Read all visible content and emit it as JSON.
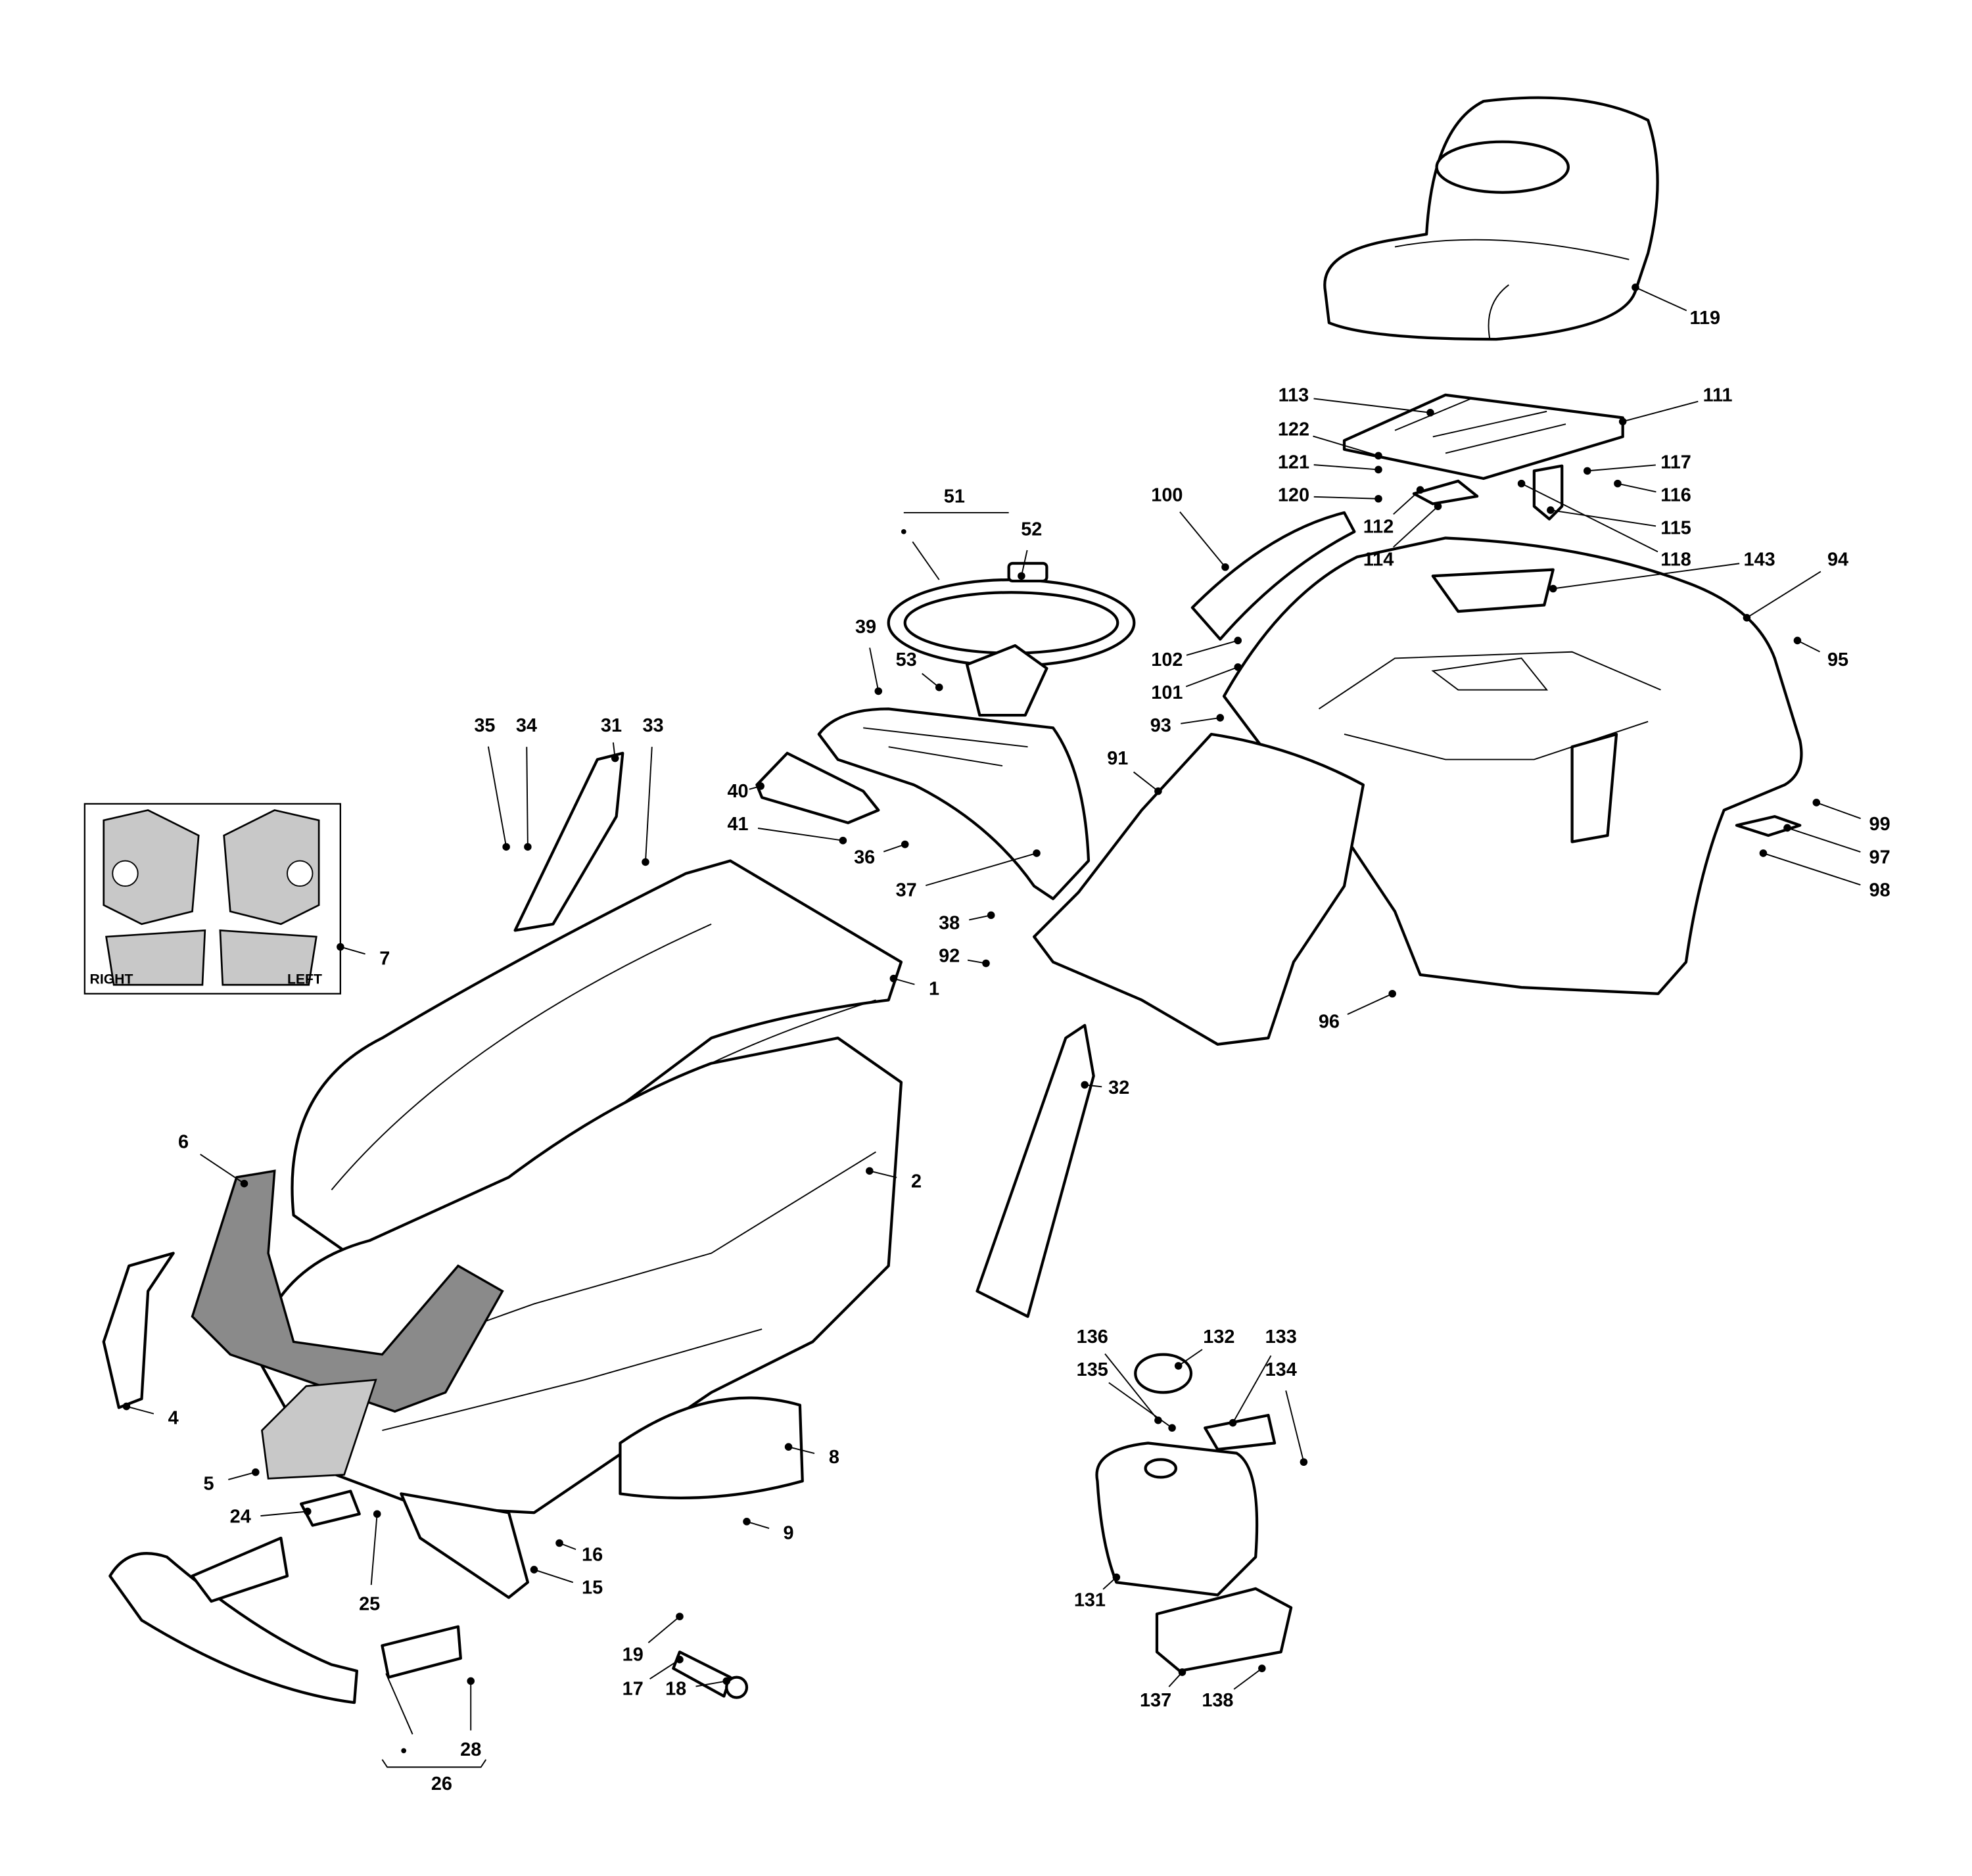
{
  "title": "Body parts exploded diagram",
  "callouts": {
    "1": "1",
    "2": "2",
    "4": "4",
    "5": "5",
    "6": "6",
    "7": "7",
    "8": "8",
    "9": "9",
    "15": "15",
    "16": "16",
    "17": "17",
    "18": "18",
    "19": "19",
    "24": "24",
    "25": "25",
    "26": "26",
    "28": "28",
    "31": "31",
    "32": "32",
    "33": "33",
    "34": "34",
    "35": "35",
    "36": "36",
    "37": "37",
    "38": "38",
    "39": "39",
    "40": "40",
    "41": "41",
    "51": "51",
    "52": "52",
    "53": "53",
    "91": "91",
    "92": "92",
    "93": "93",
    "94": "94",
    "95": "95",
    "96": "96",
    "97": "97",
    "98": "98",
    "99": "99",
    "100": "100",
    "101": "101",
    "102": "102",
    "111": "111",
    "112": "112",
    "113": "113",
    "114": "114",
    "115": "115",
    "116": "116",
    "117": "117",
    "118": "118",
    "119": "119",
    "120": "120",
    "121": "121",
    "122": "122",
    "131": "131",
    "132": "132",
    "133": "133",
    "134": "134",
    "135": "135",
    "136": "136",
    "137": "137",
    "138": "138",
    "143": "143"
  },
  "decal_kit": {
    "right_label": "RIGHT",
    "left_label": "LEFT"
  }
}
